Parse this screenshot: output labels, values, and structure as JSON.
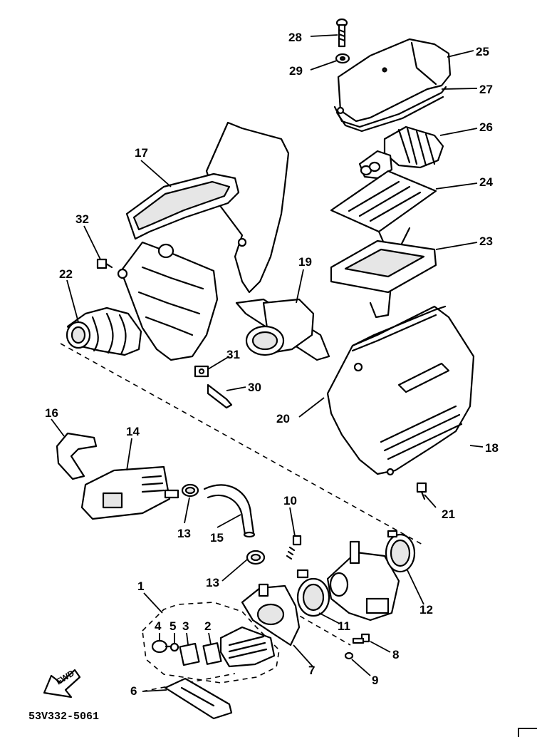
{
  "diagram_code": "53V332-5061",
  "fwd_label": "FWD",
  "callouts": {
    "c1": "1",
    "c2": "2",
    "c3": "3",
    "c4": "4",
    "c5": "5",
    "c6": "6",
    "c7": "7",
    "c8": "8",
    "c9": "9",
    "c10": "10",
    "c11": "11",
    "c12": "12",
    "c13a": "13",
    "c13b": "13",
    "c14": "14",
    "c15": "15",
    "c16": "16",
    "c17": "17",
    "c18": "18",
    "c19": "19",
    "c20": "20",
    "c21": "21",
    "c22": "22",
    "c23": "23",
    "c24": "24",
    "c25": "25",
    "c26": "26",
    "c27": "27",
    "c28": "28",
    "c29": "29",
    "c30": "30",
    "c31": "31",
    "c32": "32"
  }
}
